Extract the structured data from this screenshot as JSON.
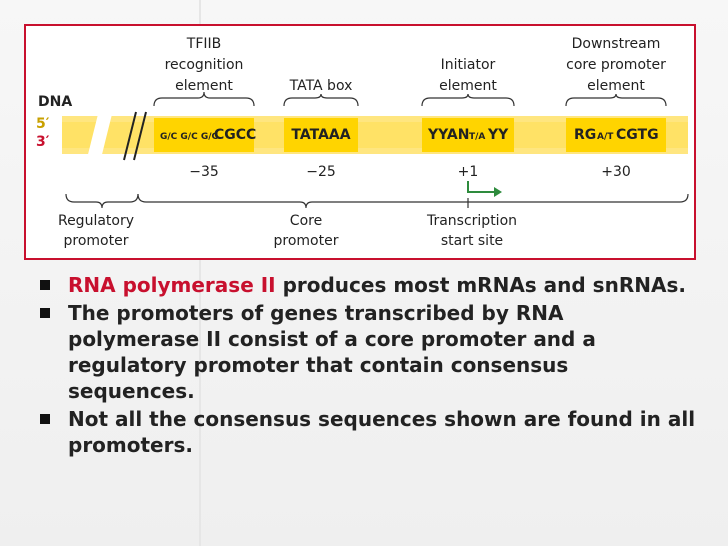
{
  "diagram": {
    "labels_top": {
      "tfiib": [
        "TFIIB",
        "recognition",
        "element"
      ],
      "tata": [
        "TATA box"
      ],
      "initiator": [
        "Initiator",
        "element"
      ],
      "downstream": [
        "Downstream",
        "core promoter",
        "element"
      ]
    },
    "dna_label": "DNA",
    "strand_5": "5′",
    "strand_3": "3′",
    "sequences": {
      "tfiib_prefix": "G/C G/C G/C",
      "tfiib_main": "CGCC",
      "tata": "TATAAA",
      "initiator_a": "YYAN",
      "initiator_frac": "T/A",
      "initiator_b": "YY",
      "downstream_a": "RG",
      "downstream_frac": "A/T",
      "downstream_b": "CGTG"
    },
    "positions": {
      "p35": "−35",
      "p25": "−25",
      "p1": "+1",
      "p30": "+30"
    },
    "labels_bottom": {
      "regulatory": [
        "Regulatory",
        "promoter"
      ],
      "core": [
        "Core",
        "promoter"
      ],
      "tss": [
        "Transcription",
        "start site"
      ]
    },
    "colors": {
      "band": "#ffe680",
      "highlight": "#ffd400",
      "strand5": "#c8a000",
      "strand3": "#c8102e",
      "arrow": "#2e8b3d",
      "border": "#c8102e"
    }
  },
  "bullets": [
    {
      "highlight": "RNA polymerase II",
      "text": " produces most mRNAs and snRNAs."
    },
    {
      "highlight": "",
      "text": "The promoters of genes transcribed by RNA polymerase II consist of a core promoter and a regulatory promoter that contain consensus sequences."
    },
    {
      "highlight": "",
      "text": "Not all the consensus sequences shown are found in all promoters."
    }
  ]
}
